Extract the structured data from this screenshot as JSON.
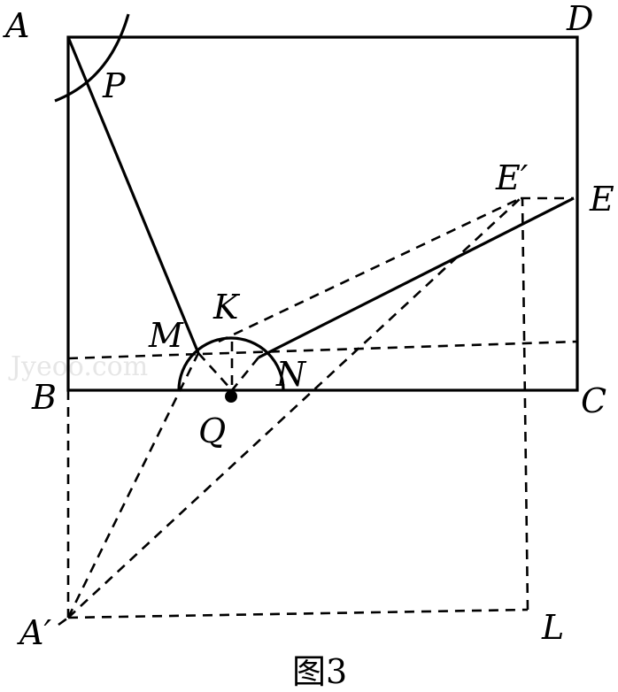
{
  "figure": {
    "caption": "图3",
    "watermark": "Jyeoo.com",
    "points": {
      "A": "A",
      "B": "B",
      "C": "C",
      "D": "D",
      "E": "E",
      "E_prime": "E′",
      "P": "P",
      "K": "K",
      "M": "M",
      "N": "N",
      "Q": "Q",
      "A_prime": "A′",
      "L": "L"
    }
  }
}
